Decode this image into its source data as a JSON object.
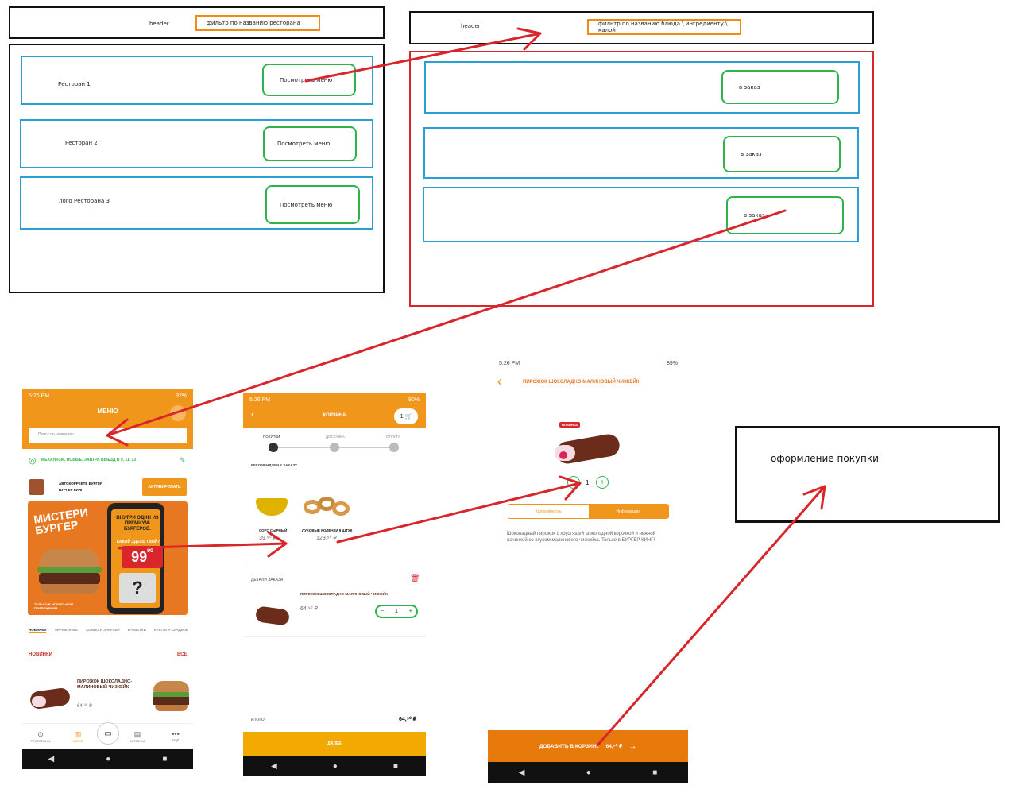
{
  "wireframe1": {
    "header_label": "header",
    "filter_label": "фильтр по названию ресторана",
    "rows": [
      {
        "name": "Ресторан 1",
        "button": "Посмотреть меню"
      },
      {
        "name": "Ресторан 2",
        "button": "Посмотреть меню"
      },
      {
        "name": "лого Ресторана 3",
        "button": "Посмотреть меню"
      }
    ]
  },
  "wireframe2": {
    "header_label": "header",
    "filter_label": "фильтр по названию блюда \\ ингредиенту \\ калой",
    "rows": [
      {
        "button": "в заказ"
      },
      {
        "button": "в заказ"
      },
      {
        "button": "в заказ"
      }
    ]
  },
  "checkout_box": {
    "label": "оформление покупки"
  },
  "phone_menu": {
    "time": "5:25 PM",
    "battery": "92%",
    "title": "МЕНЮ",
    "search_placeholder": "Поиск по названию",
    "address": "МЕХАНИЗМ, НОВЫЕ, ЗАВТРА ВЫЕЗД В 9, 11, 13",
    "promo_line1": "АВТОКОРРЕКТЕ БУРГЕР",
    "promo_line2": "БУРГЕР КИНГ",
    "promo_button": "АКТИВИРОВАТЬ",
    "banner_title": "МИСТЕРИ БУРГЕР",
    "banner_sub": "ВНУТРИ ОДИН ИЗ ПРЕМИУМ-БУРГЕРОВ.",
    "banner_q": "КАКОЙ ЗДЕСЬ ТВОЙ?",
    "banner_price": "99",
    "banner_sup": "90",
    "banner_note": "ТОЛЬКО В МОБИЛЬНОМ ПРИЛОЖЕНИИ",
    "tabs": [
      "НОВИНКИ",
      "ФИРМЕННЫЕ",
      "КОМБО И ЗАКУСКИ",
      "КРЕВЕТКИ",
      "КРЕПЫ И СЛАДКОЕ"
    ],
    "section_title": "НОВИНКИ",
    "section_all": "ВСЕ",
    "item_name": "ПИРОЖОК ШОКОЛАДНО-МАЛИНОВЫЙ ЧИЗКЕЙК",
    "item_price": "64,⁹⁰ ₽",
    "nav": [
      "РЕСТОРАНЫ",
      "МЕНЮ",
      "",
      "КУПОНЫ",
      "ЕЩЁ"
    ]
  },
  "phone_cart": {
    "time": "5:26 PM",
    "battery": "90%",
    "title": "КОРЗИНА",
    "cart_count": "1",
    "steps": [
      "ПОКУПКИ",
      "ДОСТАВКА",
      "ОПЛАТА"
    ],
    "rec_title": "РЕКОМЕНДУЕМ К ЗАКАЗУ",
    "rec_items": [
      {
        "name": "СОУС СЫРНЫЙ",
        "price": "39,⁹⁰ ₽"
      },
      {
        "name": "ЛУКОВЫЕ КОЛЕЧКИ 9 ШТУК",
        "price": "129,⁹⁰ ₽"
      }
    ],
    "order_title": "ДЕТАЛИ ЗАКАЗА",
    "order_item": "ПИРОЖОК ШОКОЛАДНО-МАЛИНОВЫЙ ЧИЗКЕЙК",
    "order_price": "64,⁹⁰ ₽",
    "order_qty": "1",
    "total_label": "ИТОГО",
    "total_value": "64,⁹⁰ ₽",
    "next_button": "ДАЛЕЕ"
  },
  "phone_item": {
    "time": "5:26 PM",
    "battery": "89%",
    "title": "ПИРОЖОК ШОКОЛАДНО-МАЛИНОВЫЙ ЧИЗКЕЙК",
    "badge": "НОВИНКА",
    "qty": "1",
    "tab1": "Калорийность",
    "tab2": "Информация",
    "desc": "Шоколадный пирожок с хрустящей шоколадной корочкой и нежной начинкой со вкусом малинового чизкейка. Только в БУРГЕР КИНГ!",
    "add_button": "ДОБАВИТЬ В КОРЗИНУ",
    "add_price": "64,⁹⁰ ₽"
  },
  "colors": {
    "orange": "#f0961a",
    "red_arrow": "#d8262b",
    "green": "#2db34a",
    "blue": "#2a9fd6"
  }
}
